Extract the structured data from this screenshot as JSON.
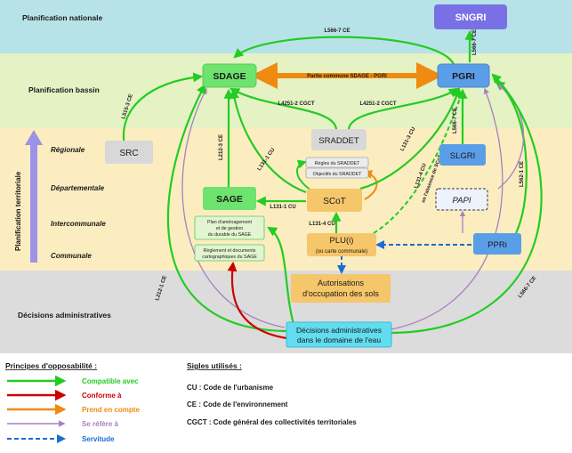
{
  "bands": {
    "national": "Planification nationale",
    "bassin": "Planification bassin",
    "territoriale": "Planification territoriale",
    "decisions": "Décisions administratives"
  },
  "sublevels": {
    "regionale": "Régionale",
    "departementale": "Départementale",
    "intercommunale": "Intercommunale",
    "communale": "Communale"
  },
  "nodes": {
    "sngri": "SNGRI",
    "sdage": "SDAGE",
    "pgri": "PGRI",
    "src": "SRC",
    "sraddet": "SRADDET",
    "slgri": "SLGRI",
    "sage": "SAGE",
    "scot": "SCoT",
    "papi": "PAPI",
    "plu_line1": "PLU(i)",
    "plu_line2": "(ou carte communale)",
    "ppri": "PPRi",
    "autorisations_line1": "Autorisations",
    "autorisations_line2": "d'occupation des sols",
    "decisions_line1": "Décisions administratives",
    "decisions_line2": "dans le domaine de l'eau"
  },
  "subboxes": {
    "regles_sraddet": "Règles du SRADDET",
    "objectifs_sraddet": "Objectifs du SRADDET",
    "padd_line1": "Plan d'aménagement",
    "padd_line2": "et de gestion",
    "padd_line3": "du durable du SAGE",
    "reglement_line1": "Règlement et documents",
    "reglement_line2": "cartographiques du SAGE"
  },
  "edges": {
    "partie_commune": "Partie commune SDAGE - PGRI",
    "l566_7_top": "L566-7 CE",
    "l566_7_pgri_sngri": "L566-7 CE",
    "l515_3": "L515-3 CE",
    "l4251_2_left": "L4251-2 CGCT",
    "l4251_2_right": "L4251-2 CGCT",
    "l212_3": "L212-3 CE",
    "l131_1_sage": "L131-1 CU",
    "l131_1_scot": "L131-1 CU",
    "l131_4": "L131-4 CU",
    "l131_3": "L131-3 CU",
    "l566_7_slgri": "L566-7 CE",
    "l131_4_pgri_line1": "L131-4 CU",
    "l131_4_pgri_line2": "en l'absence de SCoT",
    "l562_1": "L562-1 CE",
    "l212_1": "L212-1 CE",
    "l566_7_bottom": "L566-7 CE"
  },
  "legend": {
    "title": "Principes d'opposabilité :",
    "items": [
      {
        "label": "Compatible avec",
        "color": "#22cc22"
      },
      {
        "label": "Conforme à",
        "color": "#cc0000"
      },
      {
        "label": "Prend en compte",
        "color": "#f08a10"
      },
      {
        "label": "Se réfère à",
        "color": "#a97fc4"
      },
      {
        "label": "Servitude",
        "color": "#1a6cd6"
      }
    ]
  },
  "sigles": {
    "title": "Sigles utilisés :",
    "items": [
      "CU : Code de l'urbanisme",
      "CE : Code de l'environnement",
      "CGCT : Code général des collectivités territoriales"
    ]
  },
  "colors": {
    "band_national": "#b7e3e8",
    "band_bassin": "#e4f2c4",
    "band_territorial": "#fbedc0",
    "band_decisions": "#dcdcdc",
    "node_green": "#6ee36e",
    "node_blue": "#5b9ee8",
    "node_purple": "#7a70e6",
    "node_gray": "#d8d8d8",
    "node_orange": "#f6c66a",
    "node_cyan": "#62dcef"
  }
}
